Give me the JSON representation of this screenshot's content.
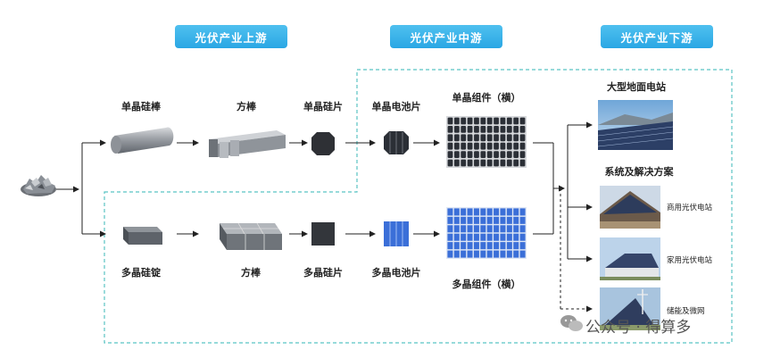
{
  "headers": {
    "upstream": "光伏产业上游",
    "midstream": "光伏产业中游",
    "downstream": "光伏产业下游"
  },
  "mono_row": {
    "ingot": "单晶硅棒",
    "square_rod": "方棒",
    "wafer": "单晶硅片",
    "cell": "单晶电池片",
    "module": "单晶组件（横）"
  },
  "poly_row": {
    "ingot": "多晶硅锭",
    "square_rod": "方棒",
    "wafer": "多晶硅片",
    "cell": "多晶电池片",
    "module": "多晶组件（横）"
  },
  "downstream": {
    "ground_station": "大型地面电站",
    "systems_title": "系统及解决方案",
    "commercial": "商用光伏电站",
    "household": "家用光伏电站",
    "storage": "储能及微网"
  },
  "watermark": "公众号 · 得算多",
  "colors": {
    "header_blue": "#2aa7e4",
    "dashed_border": "#59c3c3",
    "arrow": "#222222",
    "mono_cell": "#2b2f36",
    "poly_cell": "#3b6fd8"
  }
}
